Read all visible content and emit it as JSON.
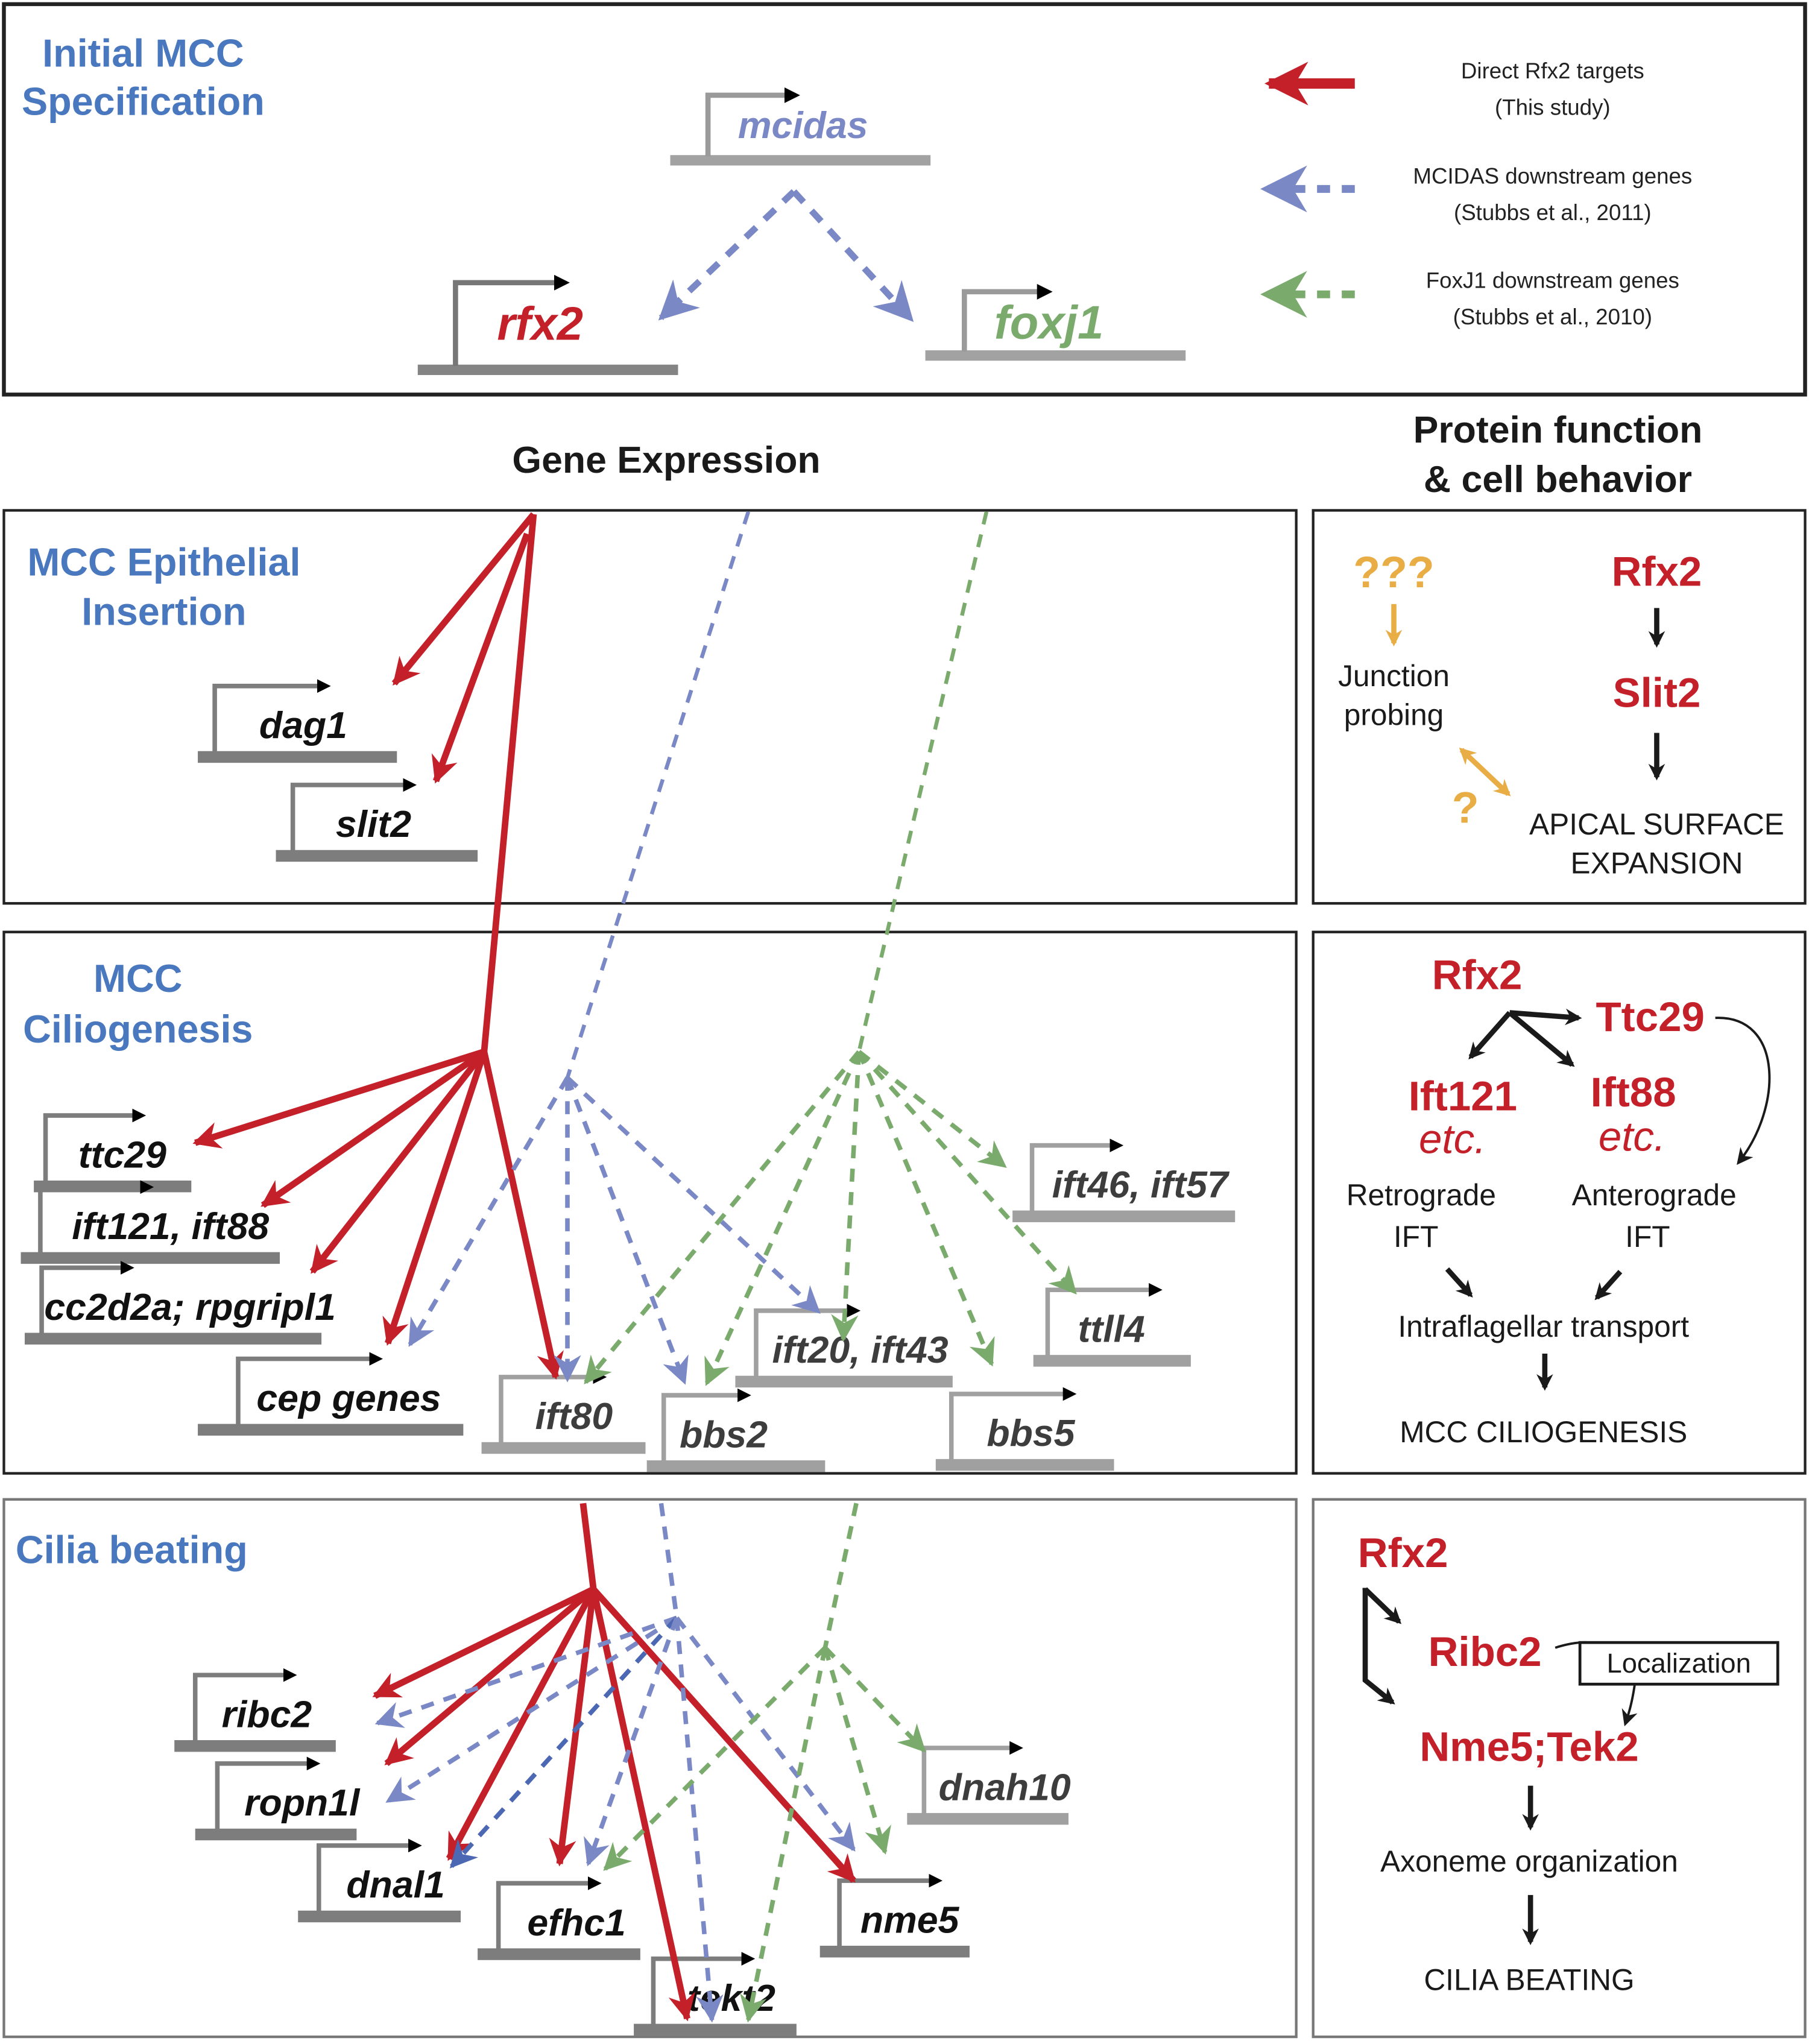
{
  "colors": {
    "rfx2_direct": "#c3202a",
    "mcidas": "#7b88c6",
    "mcidas_dark": "#4d68b3",
    "foxj1": "#7aab6d",
    "section_title": "#4a78bf",
    "gene_box": "#848484",
    "gene_box_light": "#a2a2a2",
    "unknown": "#e9ad45",
    "frame": "#222222"
  },
  "legend": [
    {
      "style": "solid-red-arrow",
      "line1": "Direct Rfx2 targets",
      "line2": "(This study)"
    },
    {
      "style": "dashed-blue-arrow",
      "line1": "MCIDAS downstream genes",
      "line2": "(Stubbs et al., 2011)"
    },
    {
      "style": "dashed-green-arrow",
      "line1": "FoxJ1 downstream genes",
      "line2": "(Stubbs et al., 2010)"
    }
  ],
  "top_panel": {
    "title_line1": "Initial MCC",
    "title_line2": "Specification",
    "genes": {
      "mcidas": "mcidas",
      "rfx2": "rfx2",
      "foxj1": "foxj1"
    }
  },
  "column_headers": {
    "gene_expression": "Gene Expression",
    "protein_line1": "Protein function",
    "protein_line2": "& cell behavior"
  },
  "sections": {
    "epithelial": {
      "title_line1": "MCC Epithelial",
      "title_line2": "Insertion",
      "genes": [
        "dag1",
        "slit2"
      ],
      "protein": {
        "unknown": "???",
        "junction_line1": "Junction",
        "junction_line2": "probing",
        "question": "?",
        "rfx2": "Rfx2",
        "slit2": "Slit2",
        "outcome_line1": "APICAL SURFACE",
        "outcome_line2": "EXPANSION"
      }
    },
    "ciliogenesis": {
      "title_line1": "MCC",
      "title_line2": "Ciliogenesis",
      "genes_red": [
        "ttc29",
        "ift121, ift88",
        "cc2d2a; rpgripl1",
        "cep genes",
        "ift80"
      ],
      "genes_grey": [
        "bbs2",
        "ift20, ift43",
        "bbs5",
        "ttll4",
        "ift46, ift57"
      ],
      "protein": {
        "rfx2": "Rfx2",
        "ttc29": "Ttc29",
        "ift121": "Ift121",
        "ift88": "Ift88",
        "etc": "etc.",
        "retro_line1": "Retrograde",
        "retro_line2": "IFT",
        "antero_line1": "Anterograde",
        "antero_line2": "IFT",
        "transport": "Intraflagellar transport",
        "outcome": "MCC CILIOGENESIS"
      }
    },
    "beating": {
      "title": "Cilia beating",
      "genes_red": [
        "ribc2",
        "ropn1l",
        "dnal1",
        "efhc1",
        "tekt2",
        "nme5"
      ],
      "genes_grey": [
        "dnah10"
      ],
      "protein": {
        "rfx2": "Rfx2",
        "ribc2": "Ribc2",
        "localization": "Localization",
        "nme5_tek2": "Nme5;Tek2",
        "axoneme": "Axoneme organization",
        "outcome": "CILIA BEATING"
      }
    }
  }
}
